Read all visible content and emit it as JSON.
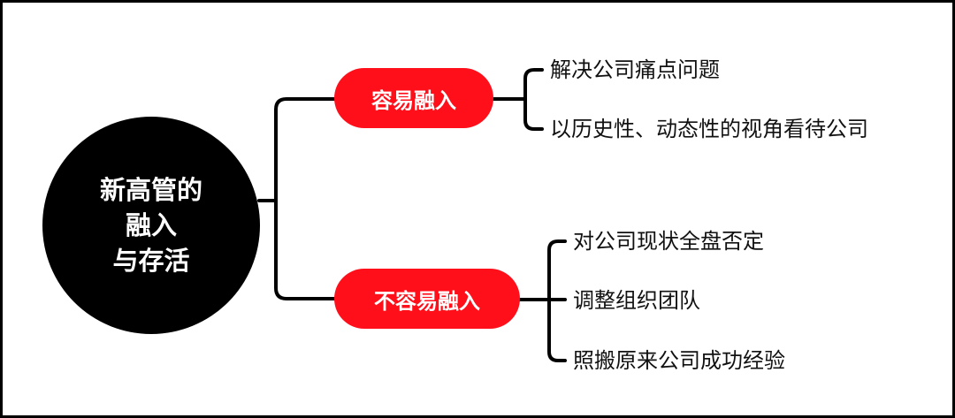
{
  "diagram": {
    "root": {
      "lines": [
        "新高管的",
        "融入",
        "与存活"
      ]
    },
    "branches": [
      {
        "label": "容易融入",
        "items": [
          "解决公司痛点问题",
          "以历史性、动态性的视角看待公司"
        ]
      },
      {
        "label": "不容易融入",
        "items": [
          "对公司现状全盘否定",
          "调整组织团队",
          "照搬原来公司成功经验"
        ]
      }
    ]
  },
  "colors": {
    "root_fill": "#000000",
    "branch_fill": "#ff0f1a",
    "connector": "#000000",
    "border": "#000000"
  }
}
